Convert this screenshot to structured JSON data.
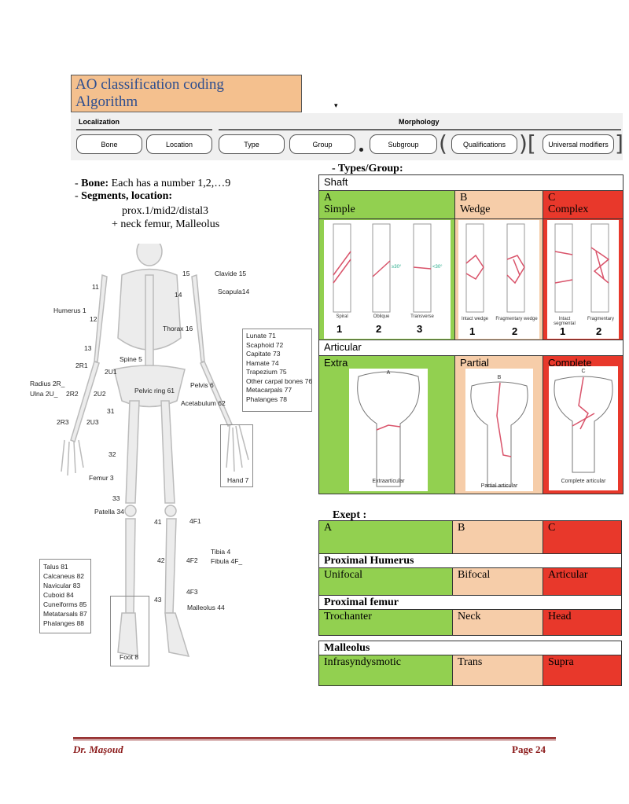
{
  "title": {
    "line1": "AO classification coding",
    "line2": "Algorithm"
  },
  "strip": {
    "localization": "Localization",
    "morphology": "Morphology",
    "pills": [
      "Bone",
      "Location",
      "Type",
      "Group",
      "Subgroup",
      "Qualifications",
      "Universal modifiers"
    ]
  },
  "intro": {
    "bone_label": "Bone:",
    "bone_text": " Each has a number 1,2,…9",
    "seg_label": "Segments, location:",
    "seg_line1": "prox.1/mid2/distal3",
    "seg_line2": "+ neck femur, Malleolus"
  },
  "skeleton": {
    "labels": [
      "15",
      "Clavide 15",
      "11",
      "Scapula14",
      "14",
      "Humerus 1",
      "12",
      "Thorax 16",
      "13",
      "Spine 5",
      "2R1",
      "2U1",
      "Radius 2R_",
      "Ulna 2U_",
      "2R2",
      "2U2",
      "Pelvic ring 61",
      "Pelvis 6",
      "Acetabulum 62",
      "31",
      "2R3",
      "2U3",
      "32",
      "Femur 3",
      "Hand 7",
      "33",
      "Patella 34",
      "41",
      "4F1",
      "42",
      "4F2",
      "Tibia 4",
      "Fibula 4F_",
      "43",
      "4F3",
      "Malleolus 44",
      "Foot 8"
    ],
    "hand_box": [
      "Lunate 71",
      "Scaphoid 72",
      "Capitate 73",
      "Hamate 74",
      "Trapezium 75",
      "Other carpal bones 76",
      "Metacarpals 77",
      "Phalanges 78"
    ],
    "foot_box": [
      "Talus 81",
      "Calcaneus 82",
      "Navicular 83",
      "Cuboid 84",
      "Cuneiforms 85",
      "Metatarsals 87",
      "Phalanges 88"
    ]
  },
  "types": {
    "heading": "- Types/Group:",
    "shaft": "Shaft",
    "articular": "Articular",
    "shaft_cols": [
      {
        "letter": "A",
        "name": "Simple",
        "subs": [
          "Spiral",
          "Oblique",
          "Transverse"
        ]
      },
      {
        "letter": "B",
        "name": "Wedge",
        "subs": [
          "Intact wedge",
          "Fragmentary wedge"
        ]
      },
      {
        "letter": "C",
        "name": "Complex",
        "subs": [
          "Intact segmental",
          "Fragmentary"
        ]
      }
    ],
    "nums": [
      "1",
      "2",
      "3"
    ],
    "angles": [
      "≥30°",
      "<30°"
    ],
    "art_cols": [
      {
        "name": "Extra",
        "letter": "A",
        "caption": "Extraarticular"
      },
      {
        "name": "Partial",
        "letter": "B",
        "caption": "Partial articular"
      },
      {
        "name": "Complete",
        "letter": "C",
        "caption": "Complete articular"
      }
    ]
  },
  "exept": {
    "heading": "Exept :",
    "head": [
      "A",
      "B",
      "C"
    ],
    "sections": [
      {
        "name": "Proximal Humerus",
        "vals": [
          "Unifocal",
          "Bifocal",
          "Articular"
        ]
      },
      {
        "name": "Proximal femur",
        "vals": [
          "Trochanter",
          "Neck",
          "Head"
        ]
      },
      {
        "name": "Malleolus",
        "vals": [
          "Infrasyndysmotic",
          "Trans",
          "Supra"
        ]
      }
    ]
  },
  "footer": {
    "author": "Dr. Maşoud",
    "page": "Page 24"
  },
  "colors": {
    "green": "#92d050",
    "peach": "#f6cda9",
    "red": "#e8382b",
    "footer": "#8b1a1a"
  }
}
